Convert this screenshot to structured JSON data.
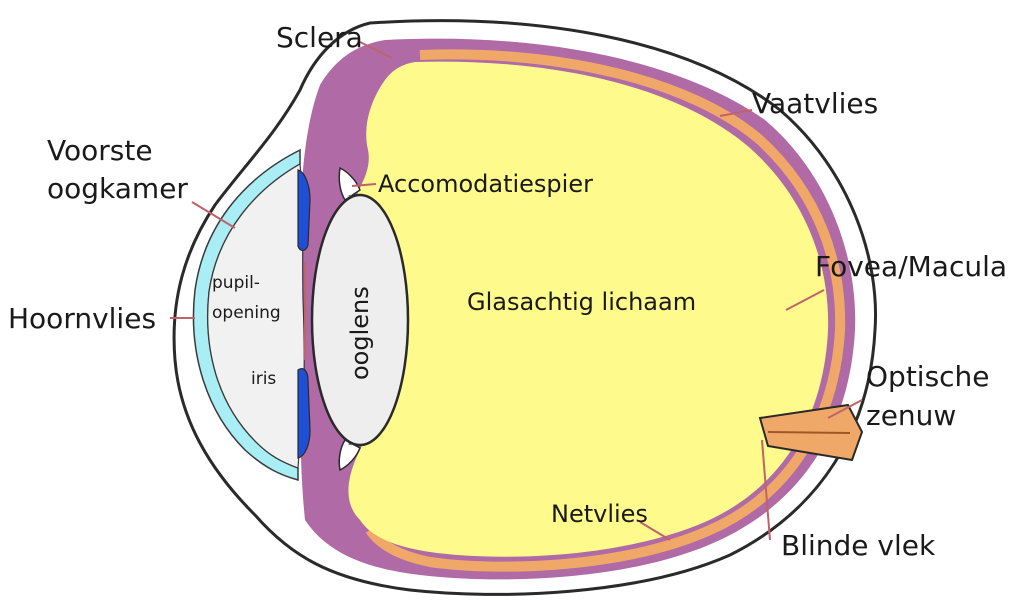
{
  "diagram": {
    "labels": {
      "sclera": "Sclera",
      "vaatvlies": "Vaatvlies",
      "voorste_1": "Voorste",
      "voorste_2": "oogkamer",
      "accomodatiespier": "Accomodatiespier",
      "fovea": "Fovea/Macula",
      "hoornvlies": "Hoornvlies",
      "pupil_1": "pupil-",
      "pupil_2": "opening",
      "iris": "iris",
      "ooglens": "ooglens",
      "glasachtig": "Glasachtig lichaam",
      "optische_1": "Optische",
      "optische_2": "zenuw",
      "netvlies": "Netvlies",
      "blinde_vlek": "Blinde vlek"
    },
    "colors": {
      "vitreous": "#fffa8c",
      "choroid": "#b06aa6",
      "retina": "#f0a868",
      "cornea": "#a8eef4",
      "iris": "#1f4fd6",
      "anterior": "#f1f1f1",
      "leader": "#c0626a"
    }
  }
}
